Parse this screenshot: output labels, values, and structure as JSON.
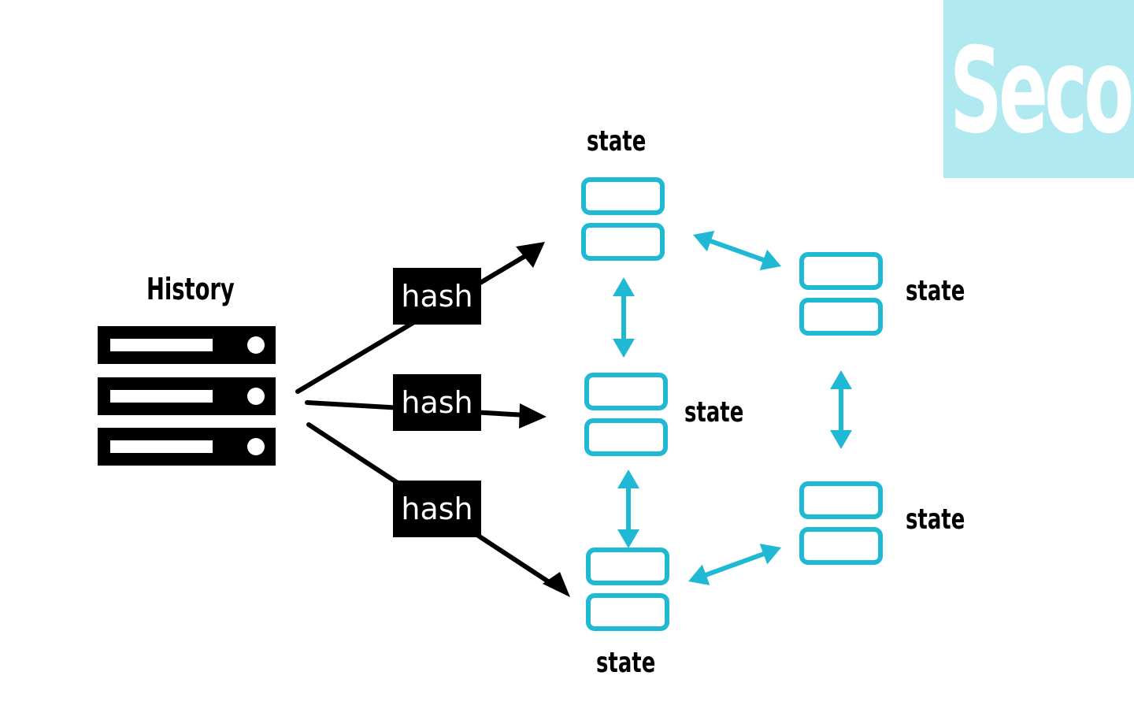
{
  "colors": {
    "accent": "#1fb9d4",
    "banner_bg": "#b0e9f0",
    "banner_text": "#ffffff",
    "ink": "#000000"
  },
  "corner_banner": {
    "text": "Seco"
  },
  "history": {
    "label": "History",
    "icon": "server-rack-icon"
  },
  "hash_labels": [
    "hash",
    "hash",
    "hash"
  ],
  "states": [
    {
      "label": "state",
      "icon": "database-state-icon"
    },
    {
      "label": "state",
      "icon": "database-state-icon"
    },
    {
      "label": "state",
      "icon": "database-state-icon"
    },
    {
      "label": "state",
      "icon": "database-state-icon"
    },
    {
      "label": "state",
      "icon": "database-state-icon"
    }
  ],
  "arrows": {
    "hash_arrow_icon": "arrow-right-icon",
    "sync_arrow_icon": "bidirectional-arrow-icon"
  }
}
